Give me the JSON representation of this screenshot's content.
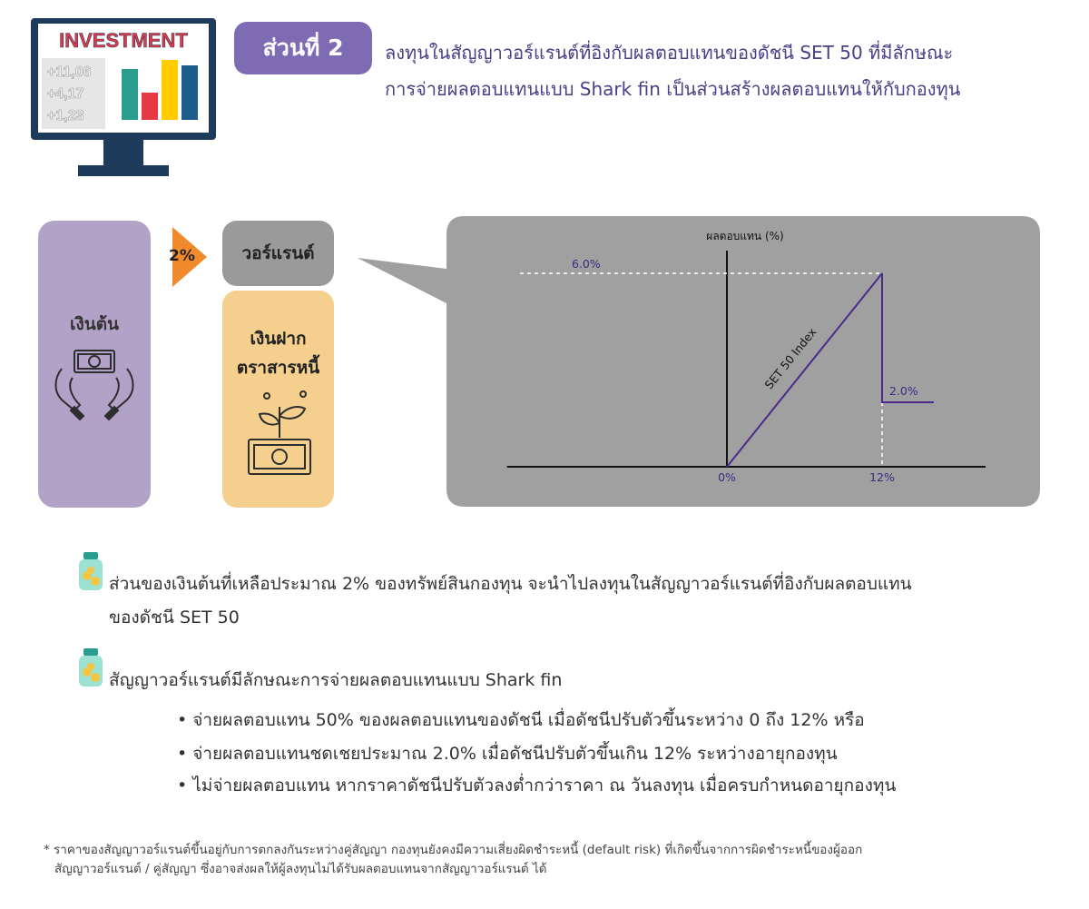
{
  "monitor": {
    "title": "INVESTMENT",
    "numbers": [
      "+11,06",
      "+4,17",
      "+1,23"
    ],
    "bar_colors": [
      "#2a9d8f",
      "#e63946",
      "#ffcc00",
      "#1d5d8a"
    ]
  },
  "header": {
    "badge": "ส่วนที่ 2",
    "line1": "ลงทุนในสัญญาวอร์แรนต์ที่อิงกับผลตอบแทนของดัชนี SET 50 ที่มีลักษณะ",
    "line2": "การจ่ายผลตอบแทนแบบ Shark fin เป็นส่วนสร้างผลตอบแทนให้กับกองทุน"
  },
  "flow": {
    "principal_label": "เงินต้น",
    "allocation_pct": "2%",
    "warrant_label": "วอร์แรนต์",
    "deposit_line1": "เงินฝาก",
    "deposit_line2": "ตราสารหนี้"
  },
  "chart_data": {
    "type": "line",
    "title": "",
    "ylabel": "ผลตอบแทน (%)",
    "xlabel": "",
    "series": [
      {
        "name": "SET 50 Index",
        "x": [
          0,
          12
        ],
        "y": [
          0,
          6.0
        ]
      },
      {
        "name": "",
        "x": [
          12,
          12,
          16
        ],
        "y": [
          6.0,
          2.0,
          2.0
        ]
      }
    ],
    "annotations": {
      "cap_label": "6.0%",
      "rebate_label": "2.0%",
      "origin_label": "0%",
      "knockout_label": "12%",
      "line_label": "SET 50 Index"
    },
    "colors": {
      "line": "#4b2a8a",
      "panel": "#a0a0a0",
      "annotation": "#3a2a80"
    }
  },
  "bullets": [
    {
      "lines": [
        "ส่วนของเงินต้นที่เหลือประมาณ 2% ของทรัพย์สินกองทุน จะนำไปลงทุนในสัญญาวอร์แรนต์ที่อิงกับผลตอบแทน",
        "ของดัชนี SET 50"
      ]
    },
    {
      "lines": [
        "สัญญาวอร์แรนต์มีลักษณะการจ่ายผลตอบแทนแบบ Shark fin"
      ]
    }
  ],
  "sub_bullets": [
    "จ่ายผลตอบแทน 50% ของผลตอบแทนของดัชนี เมื่อดัชนีปรับตัวขึ้นระหว่าง 0 ถึง 12% หรือ",
    "จ่ายผลตอบแทนชดเชยประมาณ 2.0% เมื่อดัชนีปรับตัวขึ้นเกิน 12% ระหว่างอายุกองทุน",
    "ไม่จ่ายผลตอบแทน หากราคาดัชนีปรับตัวลงต่ำกว่าราคา ณ วันลงทุน เมื่อครบกำหนดอายุกองทุน"
  ],
  "footnote": {
    "line1": "* ราคาของสัญญาวอร์แรนต์ขึ้นอยู่กับการตกลงกันระหว่างคู่สัญญา กองทุนยังคงมีความเสี่ยงผิดชำระหนี้ (default risk) ที่เกิดขึ้นจากการผิดชำระหนี้ของผู้ออก",
    "line2": "สัญญาวอร์แรนต์ / คู่สัญญา ซึ่งอาจส่งผลให้ผู้ลงทุนไม่ได้รับผลตอบแทนจากสัญญาวอร์แรนต์ ได้"
  }
}
